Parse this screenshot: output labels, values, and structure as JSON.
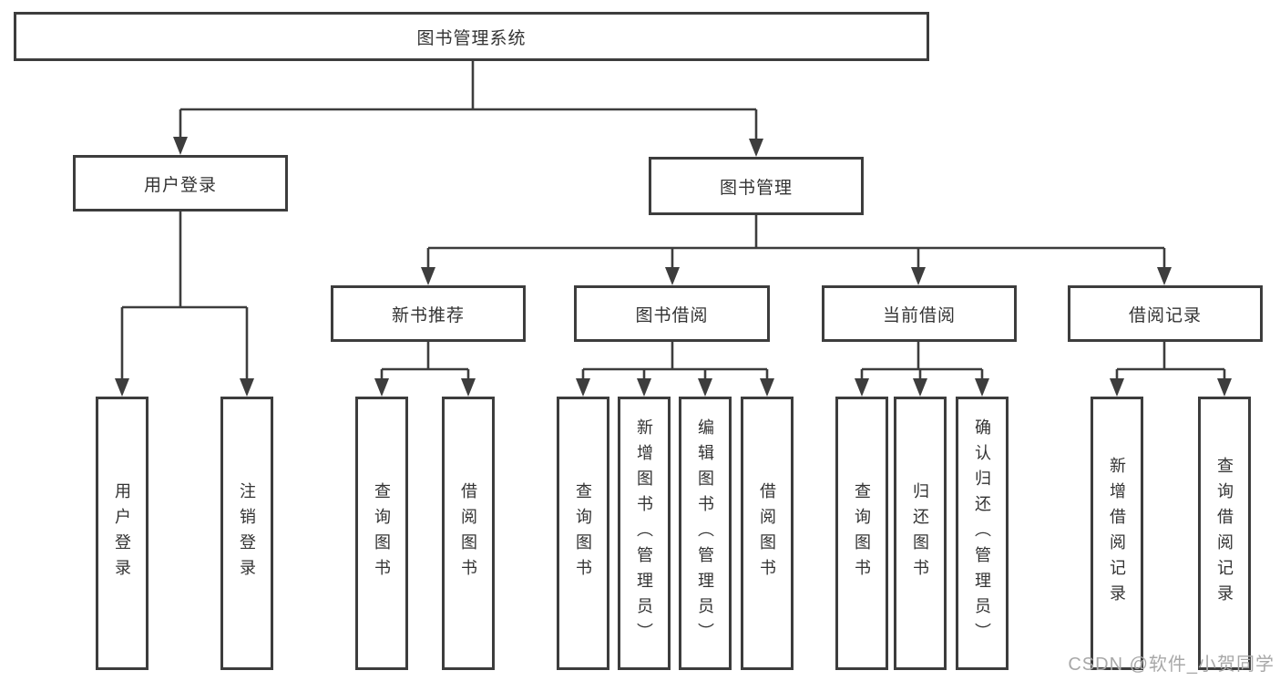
{
  "watermark": "CSDN @软件_小贺同学",
  "colors": {
    "line": "#3d3d3d",
    "text": "#333333",
    "watermark": "#a8a8a8"
  },
  "tree": {
    "root": {
      "label": "图书管理系统"
    },
    "branches": [
      {
        "label": "用户登录",
        "children": [
          "用户登录",
          "注销登录"
        ]
      },
      {
        "label": "图书管理",
        "groups": [
          {
            "label": "新书推荐",
            "children": [
              "查询图书",
              "借阅图书"
            ]
          },
          {
            "label": "图书借阅",
            "children": [
              "查询图书",
              "新增图书（管理员）",
              "编辑图书（管理员）",
              "借阅图书"
            ]
          },
          {
            "label": "当前借阅",
            "children": [
              "查询图书",
              "归还图书",
              "确认归还（管理员）"
            ]
          },
          {
            "label": "借阅记录",
            "children": [
              "新增借阅记录",
              "查询借阅记录"
            ]
          }
        ]
      }
    ]
  }
}
